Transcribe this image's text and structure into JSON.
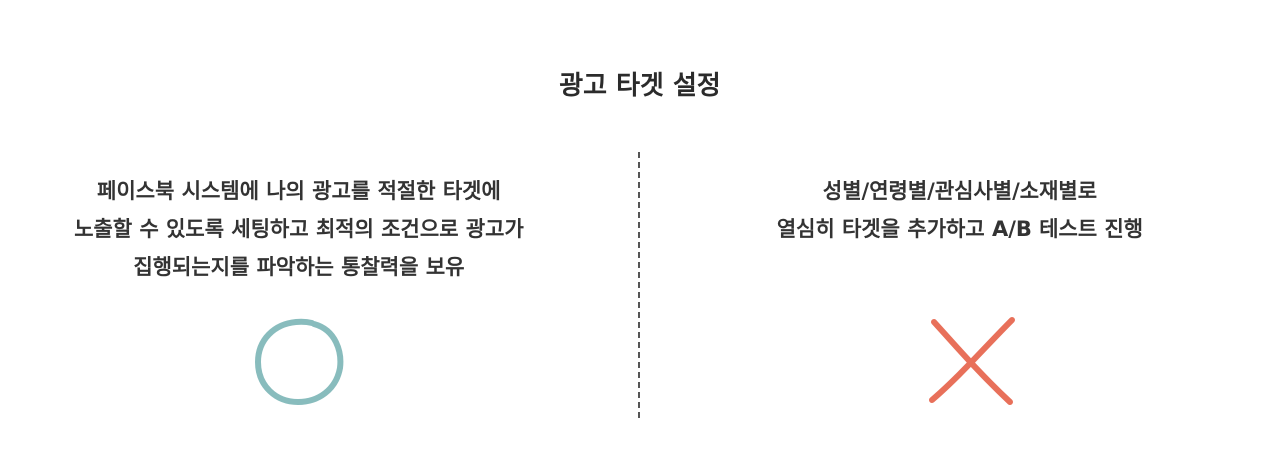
{
  "title": "광고 타겟 설정",
  "left": {
    "lines": [
      "페이스북 시스템에 나의 광고를 적절한 타겟에",
      "노출할 수 있도록 세팅하고 최적의 조건으로 광고가",
      "집행되는지를 파악하는 통찰력을 보유"
    ],
    "icon": "circle-check-icon",
    "icon_color": "#88bcbd"
  },
  "right": {
    "lines": [
      "성별/연령별/관심사별/소재별로",
      "열심히 타겟을 추가하고 A/B 테스트 진행"
    ],
    "icon": "cross-x-icon",
    "icon_color": "#e8705a"
  }
}
